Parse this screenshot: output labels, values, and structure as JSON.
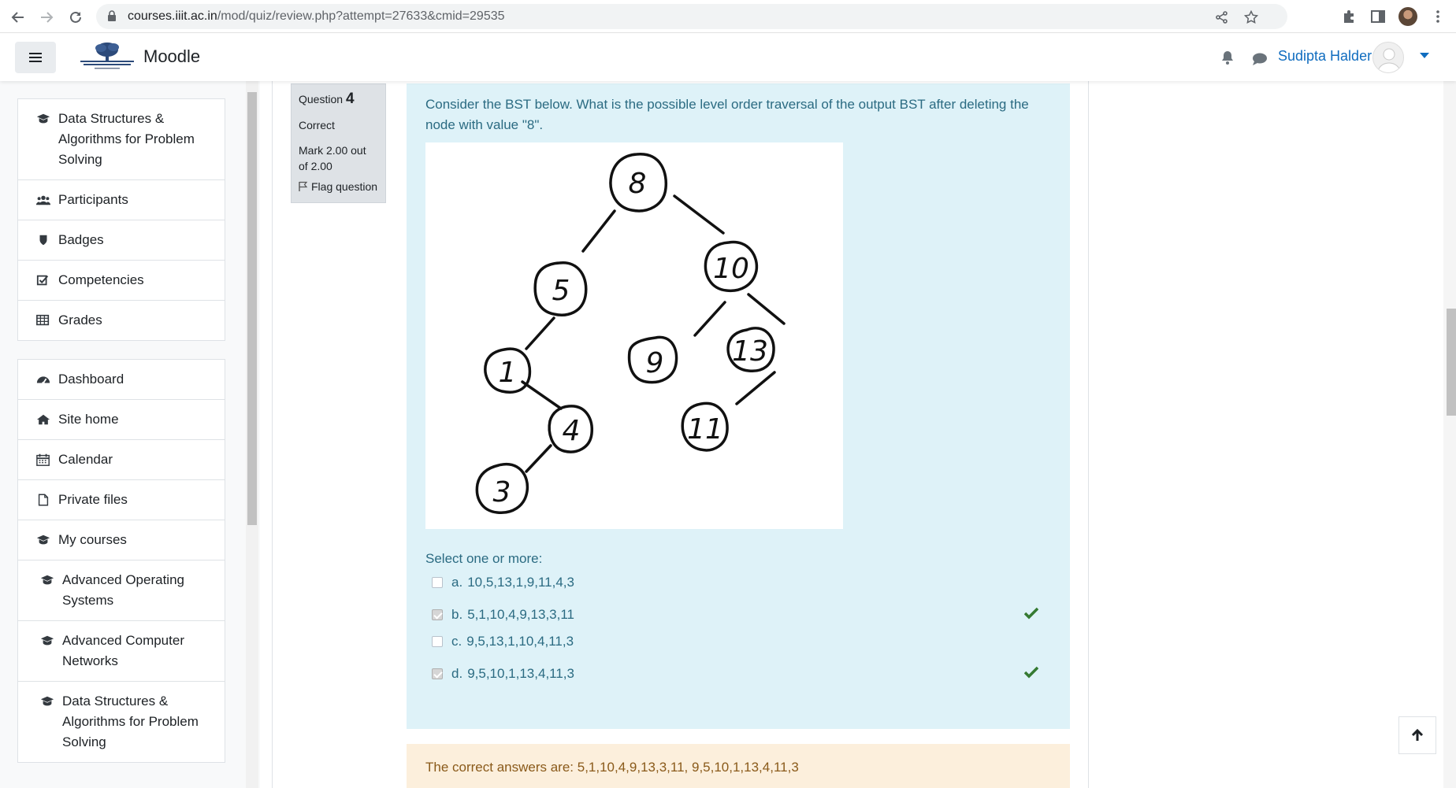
{
  "browser": {
    "url_host": "courses.iiit.ac.in",
    "url_path": "/mod/quiz/review.php?attempt=27633&cmid=29535"
  },
  "navbar": {
    "brand": "Moodle",
    "user_name": "Sudipta Halder"
  },
  "drawer": {
    "course_group": [
      {
        "label": "Data Structures & Algorithms for Problem Solving",
        "icon": "graduation-cap-icon"
      },
      {
        "label": "Participants",
        "icon": "users-icon"
      },
      {
        "label": "Badges",
        "icon": "shield-icon"
      },
      {
        "label": "Competencies",
        "icon": "check-square-icon"
      },
      {
        "label": "Grades",
        "icon": "table-icon"
      }
    ],
    "site_group": [
      {
        "label": "Dashboard",
        "icon": "dashboard-icon"
      },
      {
        "label": "Site home",
        "icon": "home-icon"
      },
      {
        "label": "Calendar",
        "icon": "calendar-icon"
      },
      {
        "label": "Private files",
        "icon": "file-icon"
      },
      {
        "label": "My courses",
        "icon": "graduation-cap-icon"
      },
      {
        "label": "Advanced Operating Systems",
        "icon": "graduation-cap-icon"
      },
      {
        "label": "Advanced Computer Networks",
        "icon": "graduation-cap-icon"
      },
      {
        "label": "Data Structures & Algorithms for Problem Solving",
        "icon": "graduation-cap-icon"
      }
    ]
  },
  "question": {
    "label": "Question",
    "number": "4",
    "state": "Correct",
    "mark": "Mark 2.00 out of 2.00",
    "flag_label": "Flag question",
    "text": "Consider the BST below. What is the possible level order traversal of the output BST after deleting the node with value \"8\".",
    "tree_nodes": [
      "8",
      "5",
      "10",
      "1",
      "9",
      "13",
      "4",
      "11",
      "3"
    ],
    "prompt": "Select one or more:",
    "answers": [
      {
        "letter": "a.",
        "text": "10,5,13,1,9,11,4,3",
        "checked": false,
        "correct": false
      },
      {
        "letter": "b.",
        "text": "5,1,10,4,9,13,3,11",
        "checked": true,
        "correct": true
      },
      {
        "letter": "c.",
        "text": "9,5,13,1,10,4,11,3",
        "checked": false,
        "correct": false
      },
      {
        "letter": "d.",
        "text": "9,5,10,1,13,4,11,3",
        "checked": true,
        "correct": true
      }
    ],
    "right_answer": "The correct answers are: 5,1,10,4,9,13,3,11, 9,5,10,1,13,4,11,3"
  },
  "colors": {
    "formulation_bg": "#def2f8",
    "outcome_bg": "#fcefdc",
    "link": "#0f6cbf",
    "correct_tick": "#357a32"
  }
}
